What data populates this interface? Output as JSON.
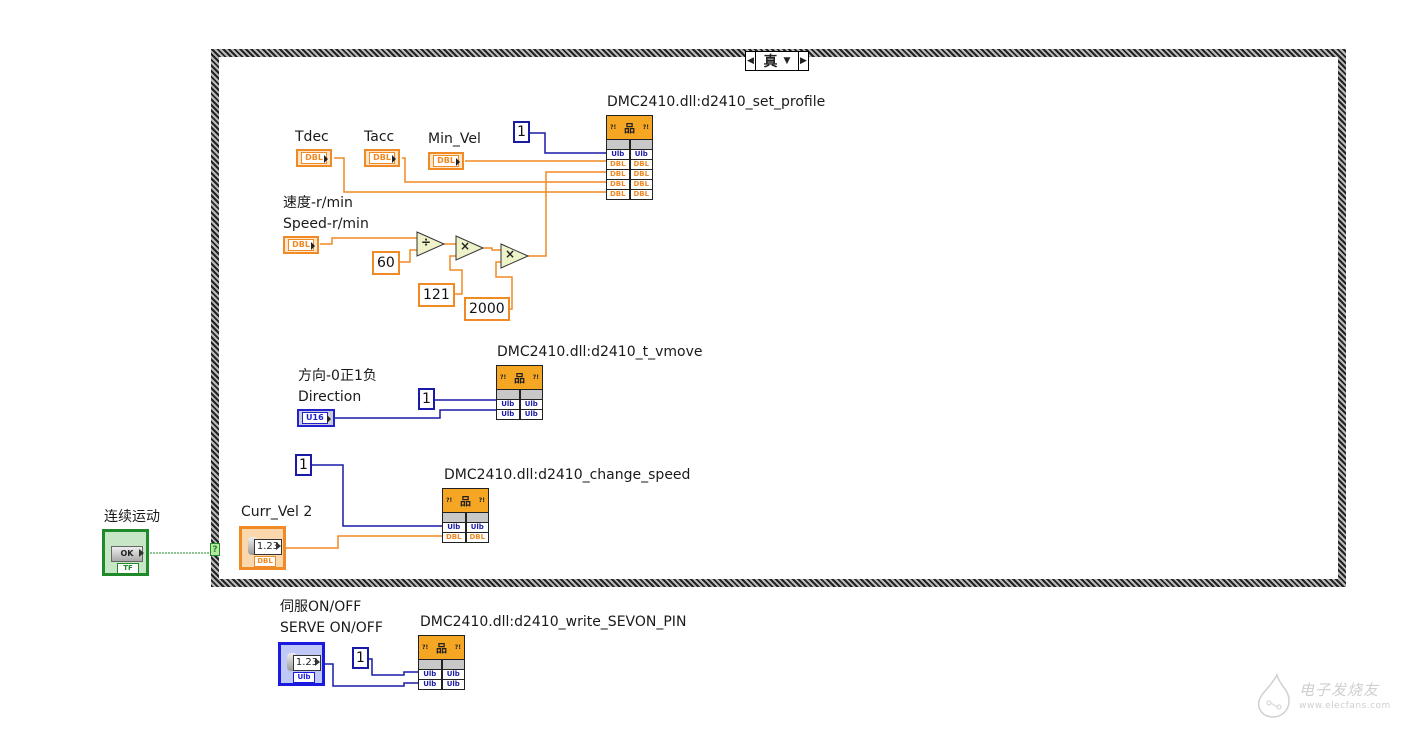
{
  "case_structure": {
    "selector_value": "真",
    "selector_left_arrow": "◀",
    "selector_right_arrow": "▶",
    "selector_dropdown": "▼",
    "selector_terminal": "?"
  },
  "controls": {
    "tdec": {
      "label": "Tdec",
      "type": "DBL"
    },
    "tacc": {
      "label": "Tacc",
      "type": "DBL"
    },
    "min_vel": {
      "label": "Min_Vel",
      "type": "DBL"
    },
    "speed": {
      "label_cn": "速度-r/min",
      "label_en": "Speed-r/min",
      "type": "DBL"
    },
    "direction": {
      "label_cn": "方向-0正1负",
      "label_en": "Direction",
      "type": "U16"
    },
    "curr_vel": {
      "label": "Curr_Vel 2",
      "display": "1.23",
      "type": "DBL"
    },
    "continuous": {
      "label": "连续运动",
      "button": "OK",
      "type": "TF"
    },
    "servo": {
      "label_cn": "伺服ON/OFF",
      "label_en": "SERVE ON/OFF",
      "display": "1.23",
      "type": "Ulb"
    }
  },
  "constants": {
    "set_profile_card": "1",
    "div_60": "60",
    "mul_121": "121",
    "mul_2000": "2000",
    "vmove_card": "1",
    "change_speed_card": "1",
    "sevon_card": "1"
  },
  "primitives": {
    "divide": "÷",
    "multiply": "×"
  },
  "nodes": {
    "set_profile": {
      "title": "DMC2410.dll:d2410_set_profile",
      "rows": [
        [
          "Ulb",
          "Ulb"
        ],
        [
          "DBL",
          "DBL"
        ],
        [
          "DBL",
          "DBL"
        ],
        [
          "DBL",
          "DBL"
        ],
        [
          "DBL",
          "DBL"
        ]
      ]
    },
    "t_vmove": {
      "title": "DMC2410.dll:d2410_t_vmove",
      "rows": [
        [
          "Ulb",
          "Ulb"
        ],
        [
          "Ulb",
          "Ulb"
        ]
      ]
    },
    "change_speed": {
      "title": "DMC2410.dll:d2410_change_speed",
      "rows": [
        [
          "Ulb",
          "Ulb"
        ],
        [
          "DBL",
          "DBL"
        ]
      ]
    },
    "write_sevon": {
      "title": "DMC2410.dll:d2410_write_SEVON_PIN",
      "rows": [
        [
          "Ulb",
          "Ulb"
        ],
        [
          "Ulb",
          "Ulb"
        ]
      ]
    }
  },
  "node_icon": {
    "glyph": "品",
    "marker": "?!"
  },
  "watermark": {
    "cn": "电子发烧友",
    "url": "www.elecfans.com"
  },
  "colors": {
    "dbl_wire": "#f08a24",
    "int_wire": "#1a1aa8",
    "bool_wire": "#1f8a2a",
    "clf_header": "#f5a623"
  }
}
